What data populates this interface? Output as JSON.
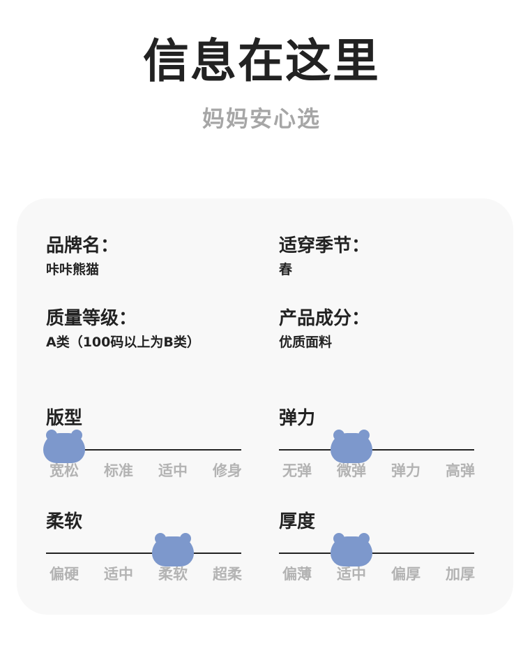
{
  "header": {
    "title": "信息在这里",
    "subtitle": "妈妈安心选"
  },
  "info": {
    "brand": {
      "label": "品牌名：",
      "value": "咔咔熊猫"
    },
    "season": {
      "label": "适穿季节：",
      "value": "春"
    },
    "grade": {
      "label": "质量等级：",
      "value": "A类（100码以上为B类）"
    },
    "material": {
      "label": "产品成分：",
      "value": "优质面料"
    }
  },
  "scales": {
    "fit": {
      "title": "版型",
      "options": [
        "宽松",
        "标准",
        "适中",
        "修身"
      ],
      "selected_index": 0
    },
    "elasticity": {
      "title": "弹力",
      "options": [
        "无弹",
        "微弹",
        "弹力",
        "高弹"
      ],
      "selected_index": 1
    },
    "softness": {
      "title": "柔软",
      "options": [
        "偏硬",
        "适中",
        "柔软",
        "超柔"
      ],
      "selected_index": 2
    },
    "thickness": {
      "title": "厚度",
      "options": [
        "偏薄",
        "适中",
        "偏厚",
        "加厚"
      ],
      "selected_index": 1
    }
  },
  "colors": {
    "marker": "#7d98cc",
    "card_bg": "#f8f8f8",
    "option_text": "#b3b3b3"
  },
  "icons": {
    "marker_icon": "bear-head-icon"
  }
}
